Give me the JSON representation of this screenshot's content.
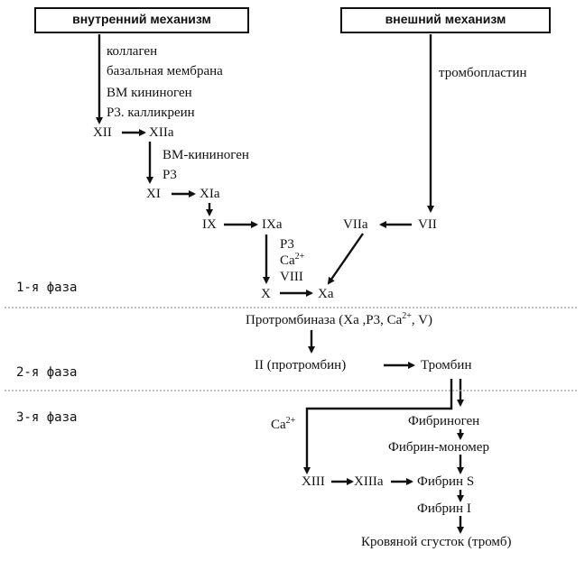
{
  "headers": {
    "intrinsic": "внутренний механизм",
    "extrinsic": "внешний механизм"
  },
  "intrinsic_factors": [
    "коллаген",
    "базальная мембрана",
    "ВМ кининоген",
    "Р3. калликреин"
  ],
  "extrinsic_factor": "тромбопластин",
  "nodes": {
    "xii": "XII",
    "xiia": "XIIa",
    "xi": "XI",
    "xia": "XIa",
    "ix": "IX",
    "ixa": "IXa",
    "vii": "VII",
    "viia": "VIIa",
    "x": "X",
    "xa": "Xa",
    "prothrombin": "II (протромбин)",
    "thrombin": "Тромбин",
    "fibrinogen": "Фибриноген",
    "fibrin_monomer": "Фибрин-мономер",
    "xiii": "XIII",
    "xiiia": "XIIIa",
    "fibrin_s": "Фибрин S",
    "fibrin_i": "Фибрин I",
    "clot": "Кровяной сгусток (тромб)"
  },
  "cofactors_xi": [
    "ВМ-кининоген",
    "Р3"
  ],
  "cofactors_x": {
    "p3": "Р3",
    "ca": "Ca",
    "ca_sup": "2+",
    "viii": "VIII"
  },
  "prothrombinase": {
    "pre": "Протромбиназа (Xa ,Р3, Ca",
    "sup": "2+",
    "post": ", V)"
  },
  "ca_xiii": {
    "base": "Ca",
    "sup": "2+"
  },
  "phases": [
    "1-я фаза",
    "2-я фаза",
    "3-я фаза"
  ]
}
